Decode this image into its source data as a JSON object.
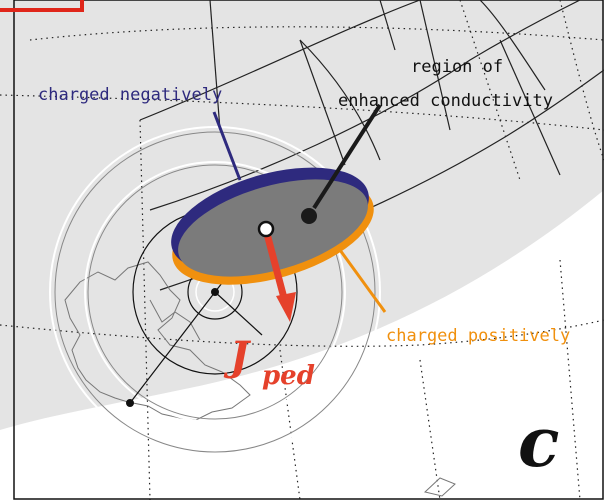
{
  "labels": {
    "charged_negatively": "charged negatively",
    "region_line1": "region of",
    "region_line2": "enhanced conductivity",
    "charged_positively": "charged positively",
    "current_symbol": "J",
    "current_subscript": "ped",
    "panel_letter": "c"
  },
  "colors": {
    "negative": "#2e2a7e",
    "positive": "#f0900e",
    "current_arrow": "#e5412b",
    "region_fill": "#7b7b7b",
    "pointer_line": "#1a1a1a",
    "sunlit_shade": "#e4e4e4",
    "frame_red": "#e0261a",
    "grid_line": "#222222",
    "circle_white": "#ffffff"
  },
  "icons": {
    "station_marker": "black-dot-icon",
    "arrow_origin": "white-ring-icon"
  }
}
